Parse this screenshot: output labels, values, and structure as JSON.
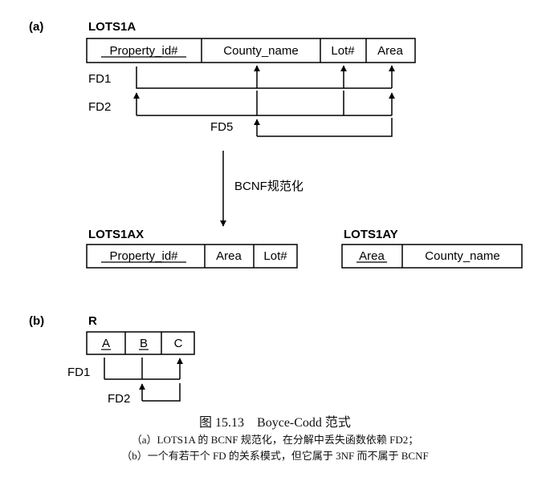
{
  "panel_a": {
    "label": "(a)",
    "relation": {
      "name": "LOTS1A",
      "attributes": [
        "Property_id#",
        "County_name",
        "Lot#",
        "Area"
      ],
      "keys": [
        "Property_id#"
      ]
    },
    "dependencies": [
      {
        "label": "FD1",
        "lhs": [
          "Property_id#"
        ],
        "rhs": [
          "County_name",
          "Lot#",
          "Area"
        ]
      },
      {
        "label": "FD2",
        "lhs": [
          "County_name",
          "Lot#"
        ],
        "rhs": [
          "Property_id#",
          "Area"
        ]
      },
      {
        "label": "FD5",
        "lhs": [
          "Area"
        ],
        "rhs": [
          "County_name"
        ]
      }
    ],
    "transform_label": "BCNF规范化",
    "result_relations": [
      {
        "name": "LOTS1AX",
        "attributes": [
          "Property_id#",
          "Area",
          "Lot#"
        ],
        "keys": [
          "Property_id#"
        ]
      },
      {
        "name": "LOTS1AY",
        "attributes": [
          "Area",
          "County_name"
        ],
        "keys": [
          "Area"
        ]
      }
    ]
  },
  "panel_b": {
    "label": "(b)",
    "relation": {
      "name": "R",
      "attributes": [
        "A",
        "B",
        "C"
      ],
      "keys": [
        "A",
        "B"
      ]
    },
    "dependencies": [
      {
        "label": "FD1",
        "lhs": [
          "A",
          "B"
        ],
        "rhs": [
          "C"
        ]
      },
      {
        "label": "FD2",
        "lhs": [
          "C"
        ],
        "rhs": [
          "B"
        ]
      }
    ]
  },
  "caption": {
    "title": "图 15.13　Boyce-Codd 范式",
    "line_a": "（a）LOTS1A 的 BCNF 规范化，在分解中丢失函数依赖 FD2；",
    "line_b": "（b）一个有若干个 FD 的关系模式，但它属于 3NF 而不属于 BCNF"
  }
}
